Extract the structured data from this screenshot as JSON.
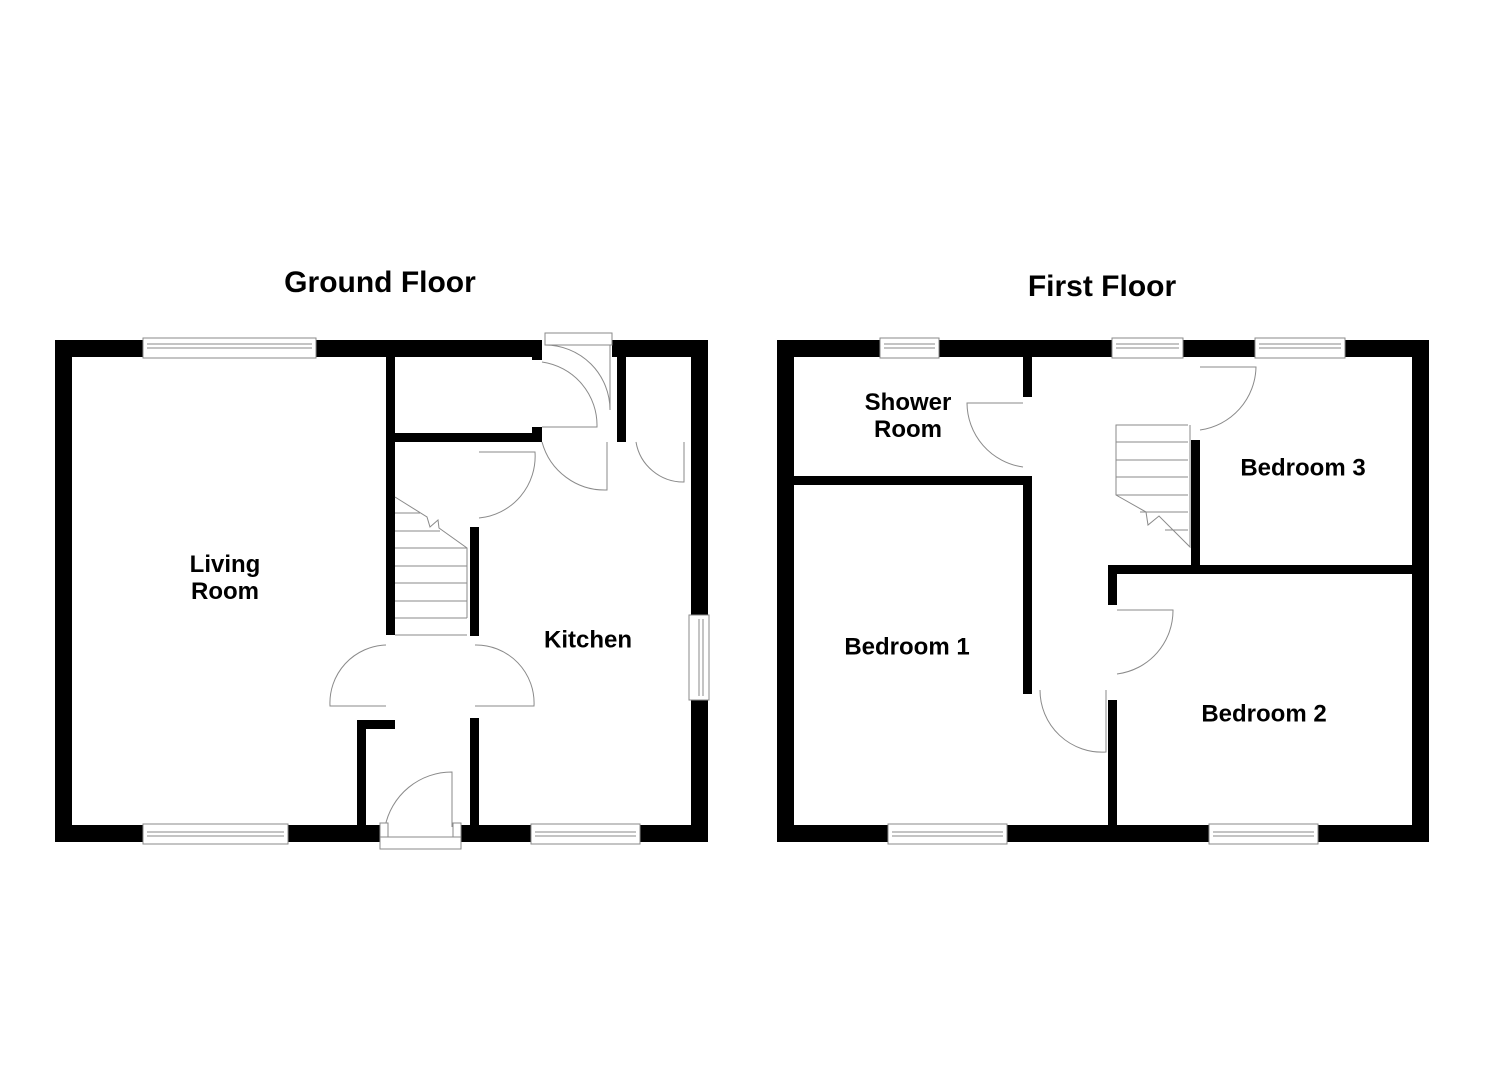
{
  "floors": [
    {
      "title": "Ground Floor",
      "rooms": [
        {
          "name": "Living\nRoom"
        },
        {
          "name": "Kitchen"
        }
      ]
    },
    {
      "title": "First Floor",
      "rooms": [
        {
          "name": "Shower\nRoom"
        },
        {
          "name": "Bedroom 3"
        },
        {
          "name": "Bedroom 1"
        },
        {
          "name": "Bedroom 2"
        }
      ]
    }
  ],
  "colors": {
    "wall": "#000000",
    "line": "#8a8a8a",
    "background": "#ffffff"
  }
}
